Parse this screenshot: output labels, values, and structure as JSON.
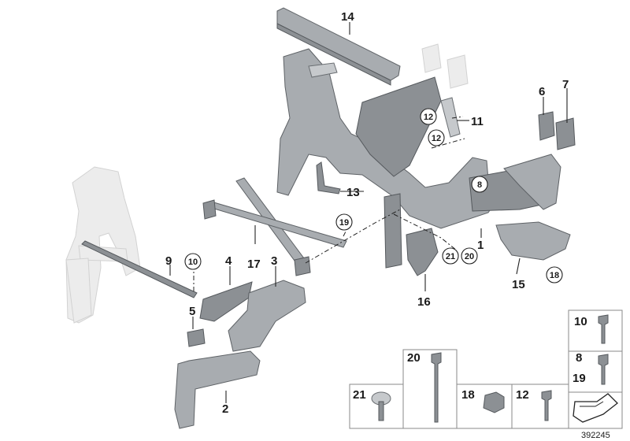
{
  "callouts": {
    "c1": "1",
    "c2": "2",
    "c3": "3",
    "c4": "4",
    "c5": "5",
    "c6": "6",
    "c7": "7",
    "c8": "8",
    "c9": "9",
    "c10": "10",
    "c11": "11",
    "c12a": "12",
    "c12b": "12",
    "c13": "13",
    "c14": "14",
    "c15": "15",
    "c16": "16",
    "c17": "17",
    "c18": "18",
    "c19": "19",
    "c20": "20",
    "c21": "21"
  },
  "legend": {
    "l10": "10",
    "l8": "8",
    "l19": "19",
    "l20": "20",
    "l21": "21",
    "l18": "18",
    "l12": "12"
  },
  "doc_number": "392245"
}
